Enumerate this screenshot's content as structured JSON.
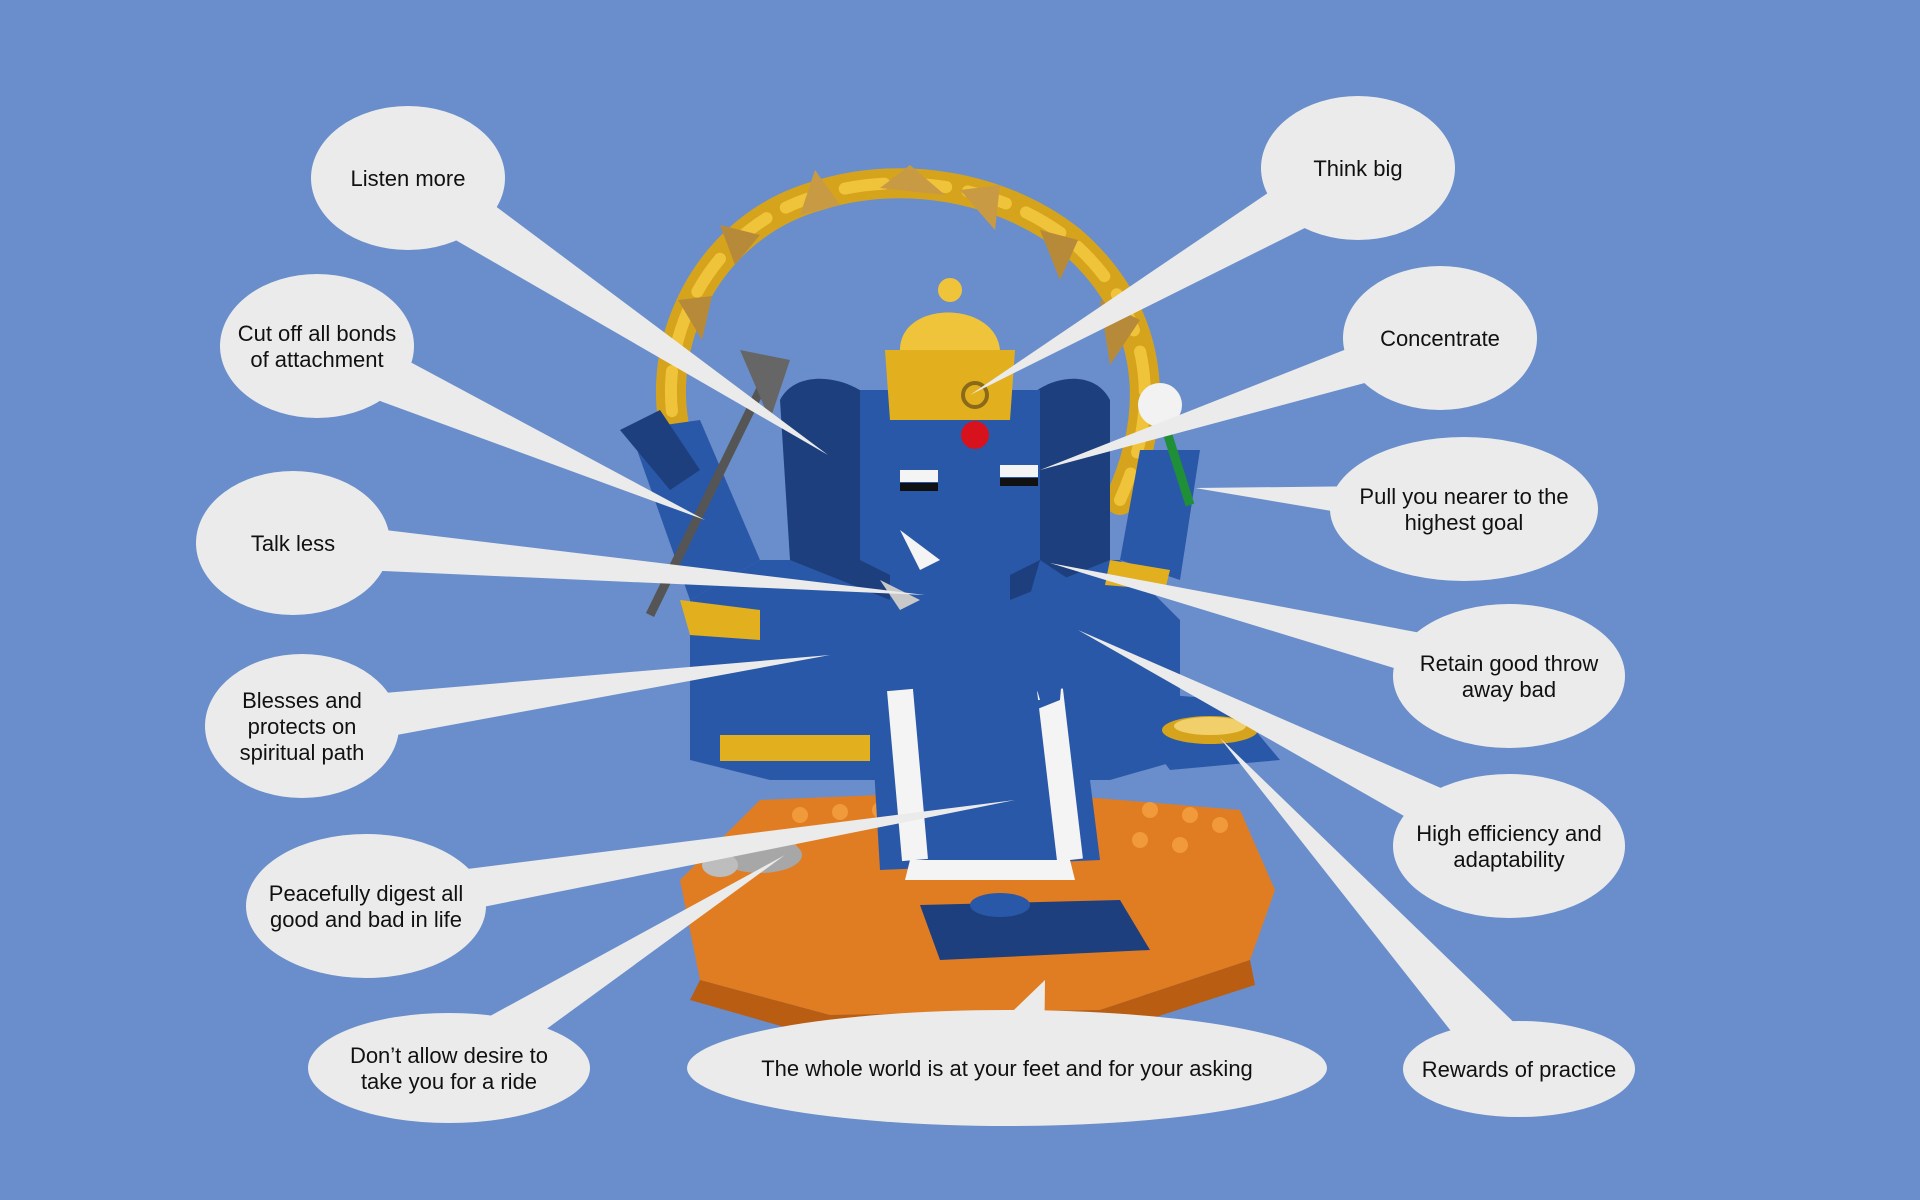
{
  "colors": {
    "background": "#6a8ecb",
    "bubble_fill": "#ebebeb",
    "figure_blue": "#2a58a8",
    "figure_dark_blue": "#1d3f7e",
    "gold": "#e2b01e",
    "orange": "#e07d22",
    "white": "#f4f4f4",
    "red_jewel": "#d8121c"
  },
  "figure": {
    "subject": "brick-built elephant deity figure seated on an orange base"
  },
  "callouts": [
    {
      "id": "listen-more",
      "text": "Listen more",
      "meaning_of": "ears"
    },
    {
      "id": "cut-off-bonds",
      "text": "Cut off all bonds of attachment",
      "meaning_of": "axe"
    },
    {
      "id": "talk-less",
      "text": "Talk less",
      "meaning_of": "mouth"
    },
    {
      "id": "blesses-protects",
      "text": "Blesses and protects on spiritual path",
      "meaning_of": "raised hand"
    },
    {
      "id": "peacefully-digest",
      "text": "Peacefully digest all good and bad in life",
      "meaning_of": "belly"
    },
    {
      "id": "dont-allow-desire",
      "text": "Don’t allow desire to take you for a ride",
      "meaning_of": "mouse"
    },
    {
      "id": "whole-world",
      "text": "The whole world is at your feet and for your asking",
      "meaning_of": "feet"
    },
    {
      "id": "think-big",
      "text": "Think big",
      "meaning_of": "head"
    },
    {
      "id": "concentrate",
      "text": "Concentrate",
      "meaning_of": "eyes"
    },
    {
      "id": "pull-nearer",
      "text": "Pull you nearer to the highest goal",
      "meaning_of": "noose"
    },
    {
      "id": "retain-good",
      "text": "Retain good throw away bad",
      "meaning_of": "tusk"
    },
    {
      "id": "high-efficiency",
      "text": "High efficiency and adaptability",
      "meaning_of": "trunk"
    },
    {
      "id": "rewards-practice",
      "text": "Rewards of practice",
      "meaning_of": "sweets bowl"
    }
  ]
}
